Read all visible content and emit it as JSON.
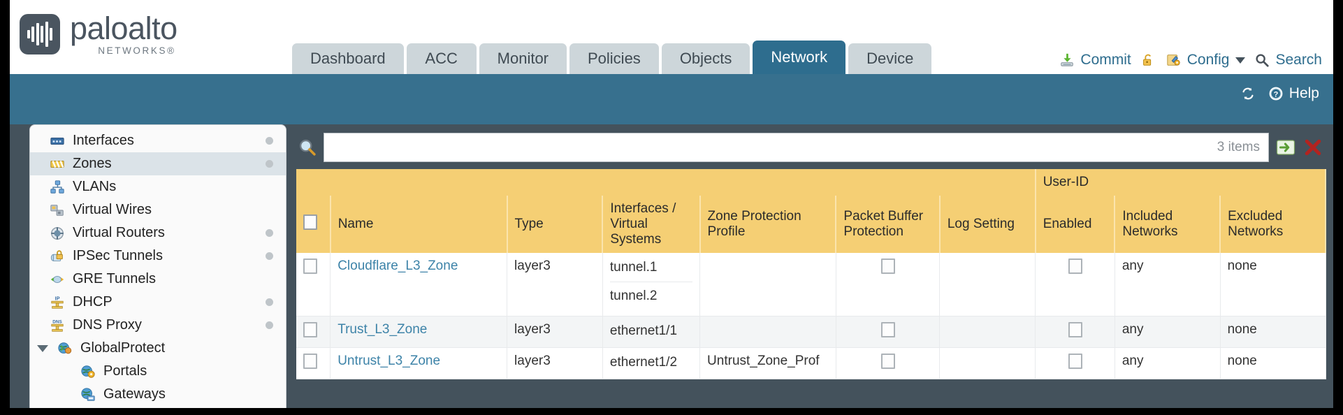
{
  "brand": {
    "name": "paloalto",
    "subtitle": "NETWORKS®"
  },
  "tabs": [
    {
      "label": "Dashboard",
      "active": false
    },
    {
      "label": "ACC",
      "active": false
    },
    {
      "label": "Monitor",
      "active": false
    },
    {
      "label": "Policies",
      "active": false
    },
    {
      "label": "Objects",
      "active": false
    },
    {
      "label": "Network",
      "active": true
    },
    {
      "label": "Device",
      "active": false
    }
  ],
  "toolbar": {
    "commit_label": "Commit",
    "config_label": "Config",
    "search_label": "Search",
    "lock_icon": "lock-icon",
    "commit_icon": "commit-icon",
    "config_icon": "config-wrench-icon",
    "search_icon": "search-icon"
  },
  "band": {
    "refresh_icon": "refresh-icon",
    "help_label": "Help",
    "help_icon": "help-icon"
  },
  "sidebar": {
    "items": [
      {
        "label": "Interfaces",
        "icon": "interfaces-icon",
        "selected": false,
        "dot": true,
        "level": 0
      },
      {
        "label": "Zones",
        "icon": "zones-icon",
        "selected": true,
        "dot": true,
        "level": 0
      },
      {
        "label": "VLANs",
        "icon": "vlans-icon",
        "selected": false,
        "dot": false,
        "level": 0
      },
      {
        "label": "Virtual Wires",
        "icon": "virtual-wires-icon",
        "selected": false,
        "dot": false,
        "level": 0
      },
      {
        "label": "Virtual Routers",
        "icon": "virtual-routers-icon",
        "selected": false,
        "dot": true,
        "level": 0
      },
      {
        "label": "IPSec Tunnels",
        "icon": "ipsec-tunnels-icon",
        "selected": false,
        "dot": true,
        "level": 0
      },
      {
        "label": "GRE Tunnels",
        "icon": "gre-tunnels-icon",
        "selected": false,
        "dot": false,
        "level": 0
      },
      {
        "label": "DHCP",
        "icon": "dhcp-icon",
        "selected": false,
        "dot": true,
        "level": 0
      },
      {
        "label": "DNS Proxy",
        "icon": "dns-proxy-icon",
        "selected": false,
        "dot": true,
        "level": 0
      },
      {
        "label": "GlobalProtect",
        "icon": "globalprotect-icon",
        "selected": false,
        "dot": false,
        "level": 0,
        "expandable": true,
        "expanded": true
      },
      {
        "label": "Portals",
        "icon": "portals-icon",
        "selected": false,
        "dot": false,
        "level": 1
      },
      {
        "label": "Gateways",
        "icon": "gateways-icon",
        "selected": false,
        "dot": false,
        "level": 1
      }
    ]
  },
  "search": {
    "value": "",
    "placeholder": "",
    "item_count": "3 items",
    "apply_icon": "apply-arrow-icon",
    "clear_icon": "clear-x-icon"
  },
  "table": {
    "group_header": "User-ID",
    "columns": [
      "Name",
      "Type",
      "Interfaces / Virtual Systems",
      "Zone Protection Profile",
      "Packet Buffer Protection",
      "Log Setting",
      "Enabled",
      "Included Networks",
      "Excluded Networks"
    ],
    "rows": [
      {
        "selected": false,
        "name": "Cloudflare_L3_Zone",
        "type": "layer3",
        "interfaces": [
          "tunnel.1",
          "tunnel.2"
        ],
        "zone_protection_profile": "",
        "packet_buffer_protection": false,
        "log_setting": "",
        "userid_enabled": false,
        "included_networks": "any",
        "excluded_networks": "none"
      },
      {
        "selected": false,
        "name": "Trust_L3_Zone",
        "type": "layer3",
        "interfaces": [
          "ethernet1/1"
        ],
        "zone_protection_profile": "",
        "packet_buffer_protection": false,
        "log_setting": "",
        "userid_enabled": false,
        "included_networks": "any",
        "excluded_networks": "none"
      },
      {
        "selected": false,
        "name": "Untrust_L3_Zone",
        "type": "layer3",
        "interfaces": [
          "ethernet1/2"
        ],
        "zone_protection_profile": "Untrust_Zone_Prof",
        "packet_buffer_protection": false,
        "log_setting": "",
        "userid_enabled": false,
        "included_networks": "any",
        "excluded_networks": "none"
      }
    ]
  },
  "colors": {
    "header_blue": "#37708e",
    "body_slate": "#44525c",
    "table_header_gold": "#f5cf74",
    "group_header_gold": "#e6bb58",
    "link_blue": "#3d83a8",
    "tab_inactive": "#cdd6da"
  }
}
